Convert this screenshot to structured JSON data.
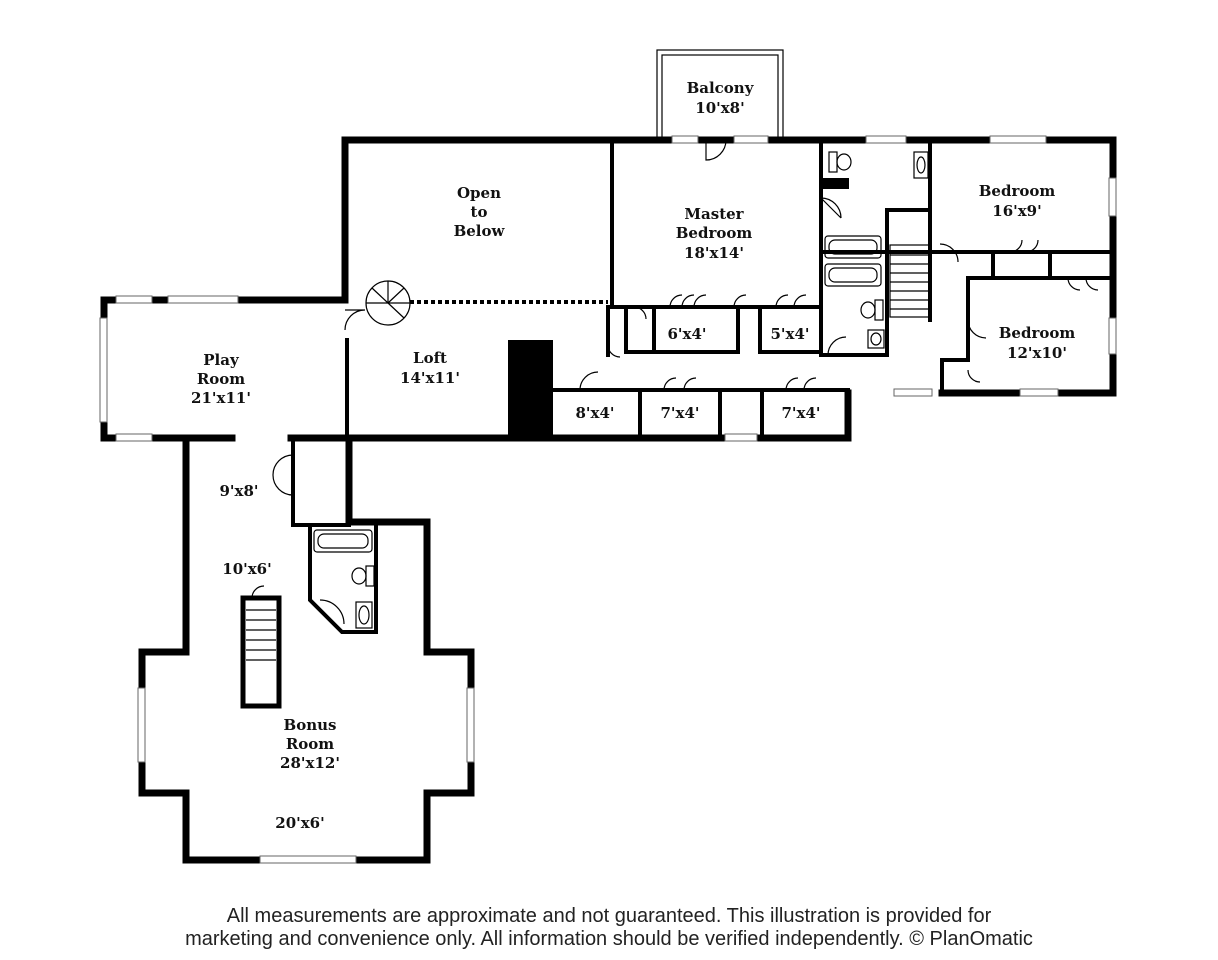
{
  "rooms": {
    "balcony": {
      "name": "Balcony",
      "dim": "10'x8'"
    },
    "open_below": {
      "line1": "Open",
      "line2": "to",
      "line3": "Below"
    },
    "master_bedroom": {
      "line1": "Master",
      "line2": "Bedroom",
      "dim": "18'x14'"
    },
    "bedroom_1": {
      "name": "Bedroom",
      "dim": "16'x9'"
    },
    "bedroom_2": {
      "name": "Bedroom",
      "dim": "12'x10'"
    },
    "play_room": {
      "line1": "Play",
      "line2": "Room",
      "dim": "21'x11'"
    },
    "loft": {
      "name": "Loft",
      "dim": "14'x11'"
    },
    "bonus_room": {
      "line1": "Bonus",
      "line2": "Room",
      "dim": "28'x12'"
    }
  },
  "closets": {
    "c_6x4": "6'x4'",
    "c_5x4": "5'x4'",
    "c_8x4": "8'x4'",
    "c_7x4_a": "7'x4'",
    "c_7x4_b": "7'x4'"
  },
  "areas": {
    "a_9x8": "9'x8'",
    "a_10x6": "10'x6'",
    "a_20x6": "20'x6'"
  },
  "footer": {
    "line1": "All measurements are approximate and not guaranteed. This illustration is provided for",
    "line2": "marketing and convenience only. All information should be verified independently. © PlanOmatic"
  }
}
